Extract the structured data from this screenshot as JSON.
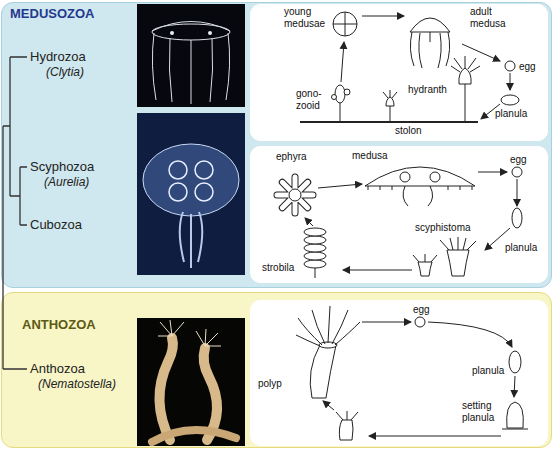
{
  "diagram": {
    "nodes": [
      {
        "text": [
          "MEDUSOZOA"
        ]
      },
      {
        "text": [
          "young medusae",
          "adult medusa",
          "hydranth",
          "egg",
          "gono- zooid",
          "stolon",
          "planula"
        ],
        "in": 0
      },
      {
        "text": [
          "ephyra",
          "medusa",
          "egg",
          "scyphistoma",
          "strobila",
          "planula"
        ],
        "in": 0
      },
      {
        "text": [
          "ANTHOZOA"
        ]
      },
      {
        "text": [
          "egg",
          "planula",
          "polyp",
          "setting planula"
        ],
        "in": 3
      }
    ],
    "labels": [
      "Hydrozoa",
      "(Clytia)",
      "Scyphozoa",
      "(Aurelia)",
      "Cubozoa",
      "Anthozoa",
      "(Nematostella)"
    ]
  }
}
